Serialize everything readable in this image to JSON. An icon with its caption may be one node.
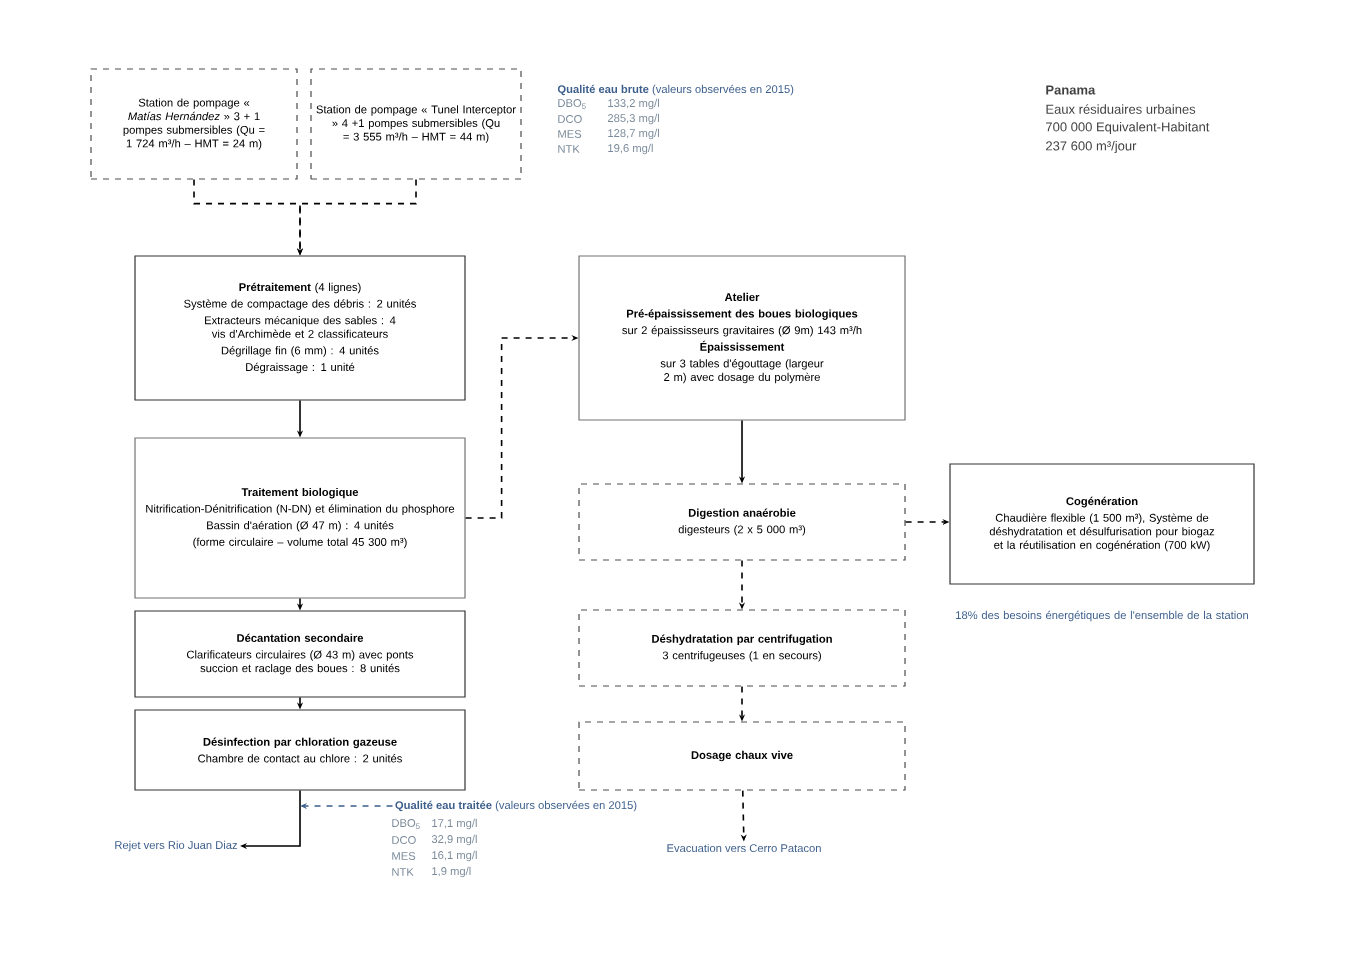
{
  "diagram": {
    "nodes": [
      {
        "text": [
          "Station de pompage « *Matías Hernández* » 3 + 1 pompes submersibles (Qu = 1 724 m³/h – HMT = 24 m)"
        ]
      },
      {
        "text": [
          "Station de pompage « Tunel Interceptor » 4 +1 pompes submersibles (Qu = 3 555 m³/h – HMT = 44 m)"
        ]
      },
      {
        "text": [
          "**Prétraitement** (4 lignes)",
          "Système de compactage des débris : 2 unités",
          "Extracteurs mécanique des sables : 4 vis d'Archimède et 2 classificateurs",
          "Dégrillage fin (6 mm) : 4 unités",
          "Dégraissage : 1 unité"
        ]
      },
      {
        "text": [
          "Traitement biologique",
          "Nitrification-Dénitrification (N-DN) et élimination du phosphore",
          "Bassin d'aération (Ø 47 m) : 4 unités",
          "(forme circulaire – volume total 45 300 m³)"
        ]
      },
      {
        "text": [
          "Décantation secondaire",
          "Clarificateurs circulaires (Ø 43 m) avec ponts succion et raclage des boues : 8 unités"
        ]
      },
      {
        "text": [
          "Désinfection par chloration gazeuse",
          "Chambre de contact au chlore : 2 unités"
        ]
      },
      {
        "text": [
          "Atelier",
          "Pré-épaississement des boues biologiques",
          "sur 2 épaississeurs gravitaires (Ø 9m) 143 m³/h",
          "Épaississement",
          "sur 3 tables d'égouttage (largeur 2 m) avec dosage du polymère"
        ]
      },
      {
        "text": [
          "Digestion anaérobie",
          "digesteurs (2 x 5 000 m³)"
        ]
      },
      {
        "text": [
          "Déshydratation par centrifugation",
          "3 centrifugeuses (1 en secours)"
        ]
      },
      {
        "text": [
          "Dosage chaux vive"
        ]
      },
      {
        "text": [
          "Cogénération",
          "Chaudière flexible (1 500 m³), Système de déshydratation et désulfurisation pour biogaz et la réutilisation en cogénération (700 kW)"
        ],
        "beside": [
          "18% des besoins énergétiques de l'ensemble de la station"
        ]
      },
      {
        "text": [
          "Rejet vers Rio Juan Diaz"
        ]
      },
      {
        "text": [
          "Evacuation vers Cerro Patacon"
        ]
      },
      {
        "text": [
          "**Qualité eau traitée** (valeurs observées en 2015)"
        ]
      }
    ],
    "edges": [
      {
        "from": 0,
        "to": 2,
        "arrow": "to",
        "style": "dashed"
      },
      {
        "from": 1,
        "to": 2,
        "arrow": "to",
        "style": "dashed"
      },
      {
        "from": 2,
        "to": 3,
        "arrow": "to"
      },
      {
        "from": 3,
        "to": 4,
        "arrow": "to"
      },
      {
        "from": 4,
        "to": 5,
        "arrow": "to"
      },
      {
        "from": 5,
        "to": 11,
        "arrow": "to"
      },
      {
        "from": 3,
        "to": 6,
        "arrow": "to",
        "style": "dashed"
      },
      {
        "from": 6,
        "to": 7,
        "arrow": "to"
      },
      {
        "from": 7,
        "to": 8,
        "arrow": "to",
        "style": "dashed"
      },
      {
        "from": 8,
        "to": 9,
        "arrow": "to",
        "style": "dashed"
      },
      {
        "from": 9,
        "to": 12,
        "arrow": "to",
        "style": "dashed"
      },
      {
        "from": 7,
        "to": 10,
        "arrow": "to",
        "style": "dashed"
      },
      {
        "from": 13,
        "to": 5,
        "arrow": "to",
        "style": "dashed",
        "color": "#3d5f8c"
      }
    ],
    "labels": [
      "**Qualité eau brute** (valeurs observées en 2015)",
      "DBO$_{5}$",
      "133,2 mg/l",
      "DCO",
      "285,3 mg/l",
      "MES",
      "128,7 mg/l",
      "NTK",
      "19,6 mg/l",
      "Panama",
      "Eaux résiduaires urbaines",
      "700 000 Equivalent-Habitant",
      "237 600 m³/jour",
      "DBO$_{5}$",
      "17,1 mg/l",
      "DCO",
      "32,9 mg/l",
      "MES",
      "16,1 mg/l",
      "NTK",
      "1,9 mg/l"
    ]
  }
}
